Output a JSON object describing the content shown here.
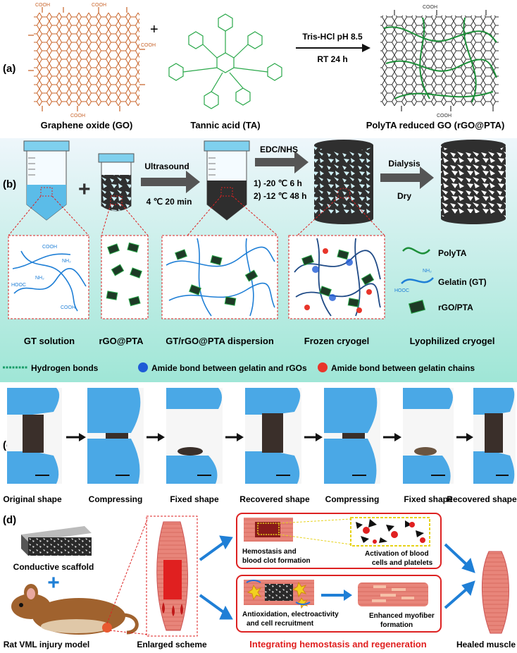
{
  "panel_labels": {
    "a": "(a)",
    "b": "(b)",
    "c": "(c)",
    "d": "(d)"
  },
  "panel_a": {
    "reactant1": "Graphene oxide (GO)",
    "reactant2": "Tannic acid (TA)",
    "condition1": "Tris-HCl pH 8.5",
    "condition2": "RT 24 h",
    "product": "PolyTA reduced GO (rGO@PTA)",
    "plus": "+",
    "cooh": "COOH"
  },
  "panel_b": {
    "step1_line1": "Ultrasound",
    "step1_line2": "4 ℃ 20 min",
    "step2_line1": "EDC/NHS",
    "step2_line2": "1)  -20 ℃ 6 h",
    "step2_line3": "2)  -12 ℃ 48 h",
    "step3_line1": "Dialysis",
    "step3_line2": "Dry",
    "plus": "+",
    "captions": [
      "GT solution",
      "rGO@PTA",
      "GT/rGO@PTA dispersion",
      "Frozen cryogel",
      "Lyophilized cryogel"
    ],
    "inset_labels": {
      "cooh": "COOH",
      "hooc": "HOOC",
      "nh2": "NH₂"
    },
    "key": {
      "polyta": "PolyTA",
      "gelatin": "Gelatin (GT)",
      "rgo": "rGO/PTA",
      "nh2": "NH₂",
      "hooc": "HOOC"
    },
    "legend": [
      {
        "label": "Hydrogen bonds",
        "color": "#1a9e6a"
      },
      {
        "label": "Amide bond between gelatin and rGOs",
        "color": "#1f5bd6"
      },
      {
        "label": "Amide bond between gelatin chains",
        "color": "#e8352a"
      }
    ],
    "colors": {
      "bg_top": "#eef6fb",
      "bg_bottom": "#9fe6d6",
      "water": "#5bbce8",
      "dark": "#2f2f2f"
    }
  },
  "panel_c": {
    "captions": [
      "Original shape",
      "Compressing",
      "Fixed shape",
      "Recovered shape",
      "Compressing",
      "Fixed shape",
      "Recovered shape"
    ],
    "colors": {
      "glove": "#4aa8e6",
      "sample": "#3a2f2a"
    }
  },
  "panel_d": {
    "scaffold": "Conductive scaffold",
    "rat_caption": "Rat VML injury model",
    "enlarged_caption": "Enlarged scheme",
    "center_caption": "Integrating hemostasis and regeneration",
    "healed_caption": "Healed muscle",
    "box1_left": [
      "Hemostasis and",
      "blood clot formation"
    ],
    "box1_right": [
      "Activation of blood",
      "cells and platelets"
    ],
    "box2_left": [
      "Antioxidation, electroactivity",
      "and cell recruitment"
    ],
    "box2_right": [
      "Enhanced myofiber",
      "formation"
    ],
    "plus": "+",
    "colors": {
      "muscle": "#e8857a",
      "red": "#e02020",
      "arrow": "#1f7fd6"
    }
  }
}
